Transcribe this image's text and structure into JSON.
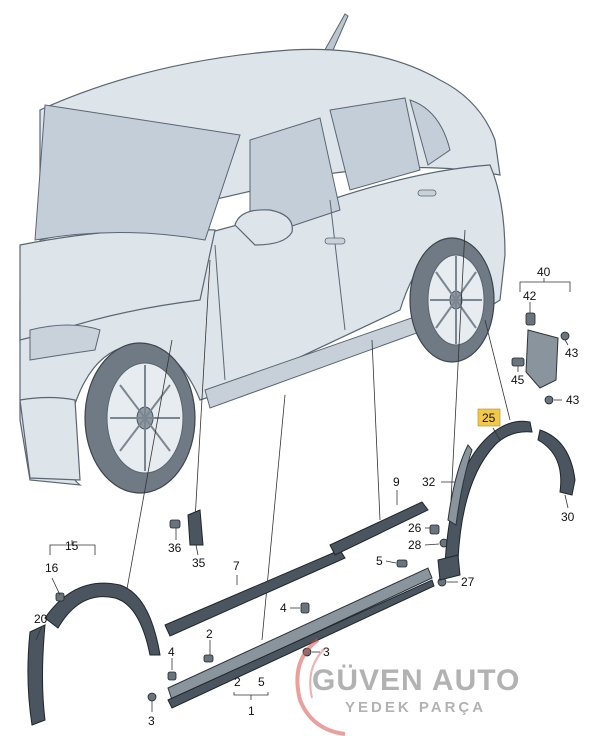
{
  "labels": {
    "l1": "1",
    "l2a": "2",
    "l2b": "2",
    "l3a": "3",
    "l3b": "3",
    "l4a": "4",
    "l4b": "4",
    "l5a": "5",
    "l5b": "5",
    "l7": "7",
    "l9": "9",
    "l15": "15",
    "l16": "16",
    "l20": "20",
    "l25": "25",
    "l26": "26",
    "l27": "27",
    "l28": "28",
    "l30": "30",
    "l32": "32",
    "l35": "35",
    "l36": "36",
    "l40": "40",
    "l42": "42",
    "l43a": "43",
    "l43b": "43",
    "l45": "45"
  },
  "watermark": {
    "brand": "GÜVEN AUTO",
    "subtitle": "YEDEK PARÇA"
  },
  "colors": {
    "highlight_box": "#f2c84b",
    "watermark_logo": "#d9534f"
  }
}
